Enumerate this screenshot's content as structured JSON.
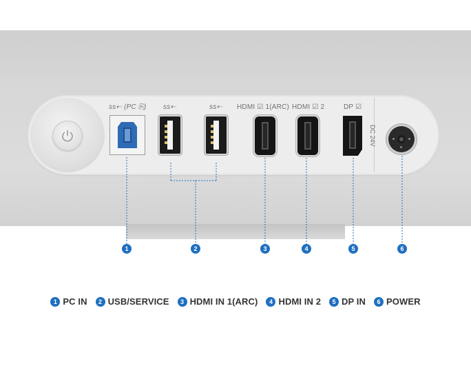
{
  "port_labels": {
    "pc_in": "ss⇠ (PC ⎘)",
    "usb1": "ss⇠",
    "usb2": "ss⇠",
    "hdmi1": "HDMI ☑ 1(ARC)",
    "hdmi2": "HDMI ☑ 2",
    "dp": "DP ☑",
    "dc": "DC 24V"
  },
  "callouts": [
    "1",
    "2",
    "3",
    "4",
    "5",
    "6"
  ],
  "legend": [
    {
      "num": "1",
      "label": "PC IN"
    },
    {
      "num": "2",
      "label": "USB/SERVICE"
    },
    {
      "num": "3",
      "label": "HDMI IN 1(ARC)"
    },
    {
      "num": "4",
      "label": "HDMI IN 2"
    },
    {
      "num": "5",
      "label": "DP IN"
    },
    {
      "num": "6",
      "label": "POWER"
    }
  ],
  "colors": {
    "accent": "#1f6fc0",
    "usb_b": "#2f6bb5"
  },
  "icons": [
    "power-icon"
  ]
}
